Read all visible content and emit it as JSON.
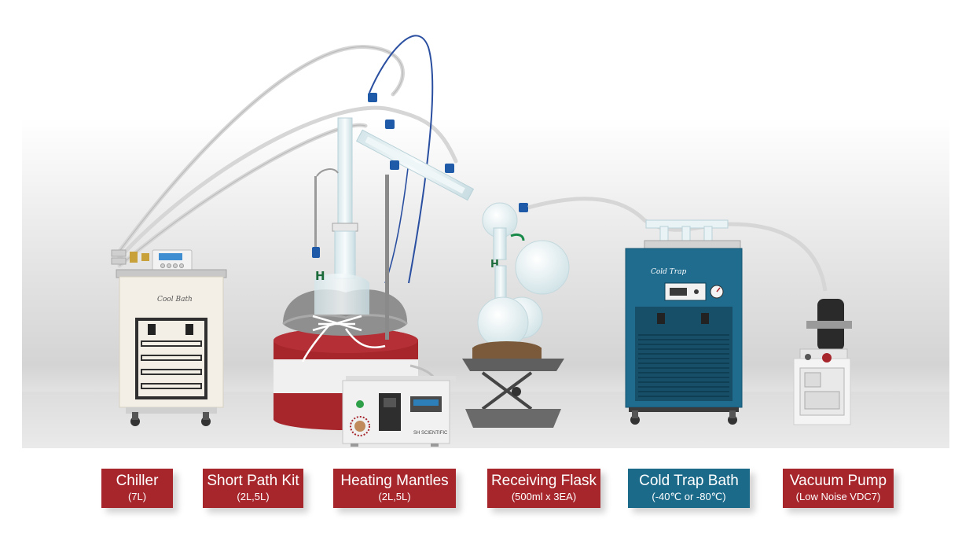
{
  "colors": {
    "label_red": "#a6262c",
    "label_blue": "#1b6a8a",
    "tube": "#d8d8d8",
    "wire": "#2a4fa0",
    "cold_trap_body": "#1f6c8f",
    "glass": "#e8f2f4"
  },
  "devices": {
    "chiller_brand": "Cool Bath",
    "cold_trap_brand": "Cold Trap",
    "heater_brand": "SH SCIENTIFIC"
  },
  "labels": [
    {
      "title": "Chiller",
      "sub": "(7L)",
      "color": "red"
    },
    {
      "title": "Short Path Kit",
      "sub": "(2L,5L)",
      "color": "red"
    },
    {
      "title": "Heating Mantles",
      "sub": "(2L,5L)",
      "color": "red"
    },
    {
      "title": "Receiving Flask",
      "sub": "(500ml x 3EA)",
      "color": "red"
    },
    {
      "title": "Cold Trap Bath",
      "sub": "(-40℃ or -80℃)",
      "color": "blue"
    },
    {
      "title": "Vacuum Pump",
      "sub": "(Low Noise VDC7)",
      "color": "red"
    }
  ]
}
